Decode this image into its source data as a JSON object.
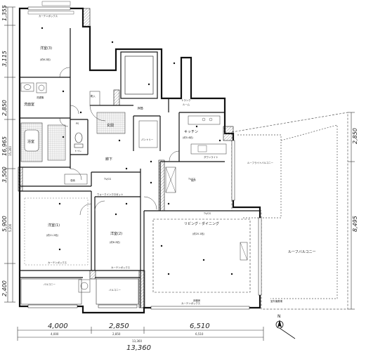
{
  "plan": {
    "rooms": {
      "bedroom3": {
        "name": "洋室(3)",
        "area": "(約6.2帖)"
      },
      "bedroom1": {
        "name": "洋室(1)",
        "area": "(約11.2帖)"
      },
      "bedroom2": {
        "name": "洋室(2)",
        "area": "(約6.2帖)"
      },
      "washroom": {
        "name": "洗面室"
      },
      "bath": {
        "name": "浴室"
      },
      "toilet": {
        "name": "トイレ"
      },
      "hallway": {
        "name": "廊下"
      },
      "entrance": {
        "name": "玄関"
      },
      "pantry": {
        "name": "パントリー"
      },
      "kitchen": {
        "name": "キッチン",
        "area": "(約5.4帖)"
      },
      "living": {
        "name": "リビング・ダイニング",
        "area": "(約20.1帖)"
      },
      "mb": {
        "name": "MB"
      },
      "trunk": {
        "name": "トランク",
        "sub": "ルーム"
      },
      "shoe": {
        "name": "靴入"
      },
      "storage1": {
        "name": "納戸"
      },
      "closet": {
        "name": "ウォークインクロゼット"
      },
      "balcony_left": {
        "name": "バルコニー"
      },
      "balcony_mid": {
        "name": "バルコニー"
      },
      "roof_balcony": {
        "name": "ルーフバルコニー"
      },
      "roof_light": {
        "name": "ルーフライトバルコニー"
      },
      "outdoor": {
        "name": "室外機置場"
      }
    },
    "small_labels": {
      "curtain_box_top": "カーテンボックス",
      "curtain_box_b1": "カーテンボックス",
      "curtain_box_b2": "カーテンボックス",
      "curtain_box_lr": "カーテンボックス",
      "washer": "洗濯機",
      "shelf": "収納",
      "downlight": "ダウンライト",
      "tv1": "TV/CS",
      "tv2": "TV/CS",
      "tv3": "TV/CS",
      "ps": "PS",
      "floor_heating": "床暖房"
    },
    "dimensions": {
      "top_left": "1,355",
      "left_1": "3,115",
      "left_2": "2,850",
      "left_3": "3,500",
      "left_total": "16,965",
      "left_total_sub": "15,260",
      "left_4": "5,900",
      "left_5": "5,200",
      "left_6": "2,400",
      "right_1": "2,850",
      "right_2": "8,495",
      "bottom_1": "4,000",
      "bottom_2": "2,850",
      "bottom_3": "6,510",
      "bottom_total": "13,360",
      "bottom_1_sub": "4,000",
      "bottom_2_sub": "2,850",
      "bottom_3_sub": "6,510",
      "bottom_total_sub": "13,360"
    },
    "compass": {
      "label": "N"
    }
  }
}
